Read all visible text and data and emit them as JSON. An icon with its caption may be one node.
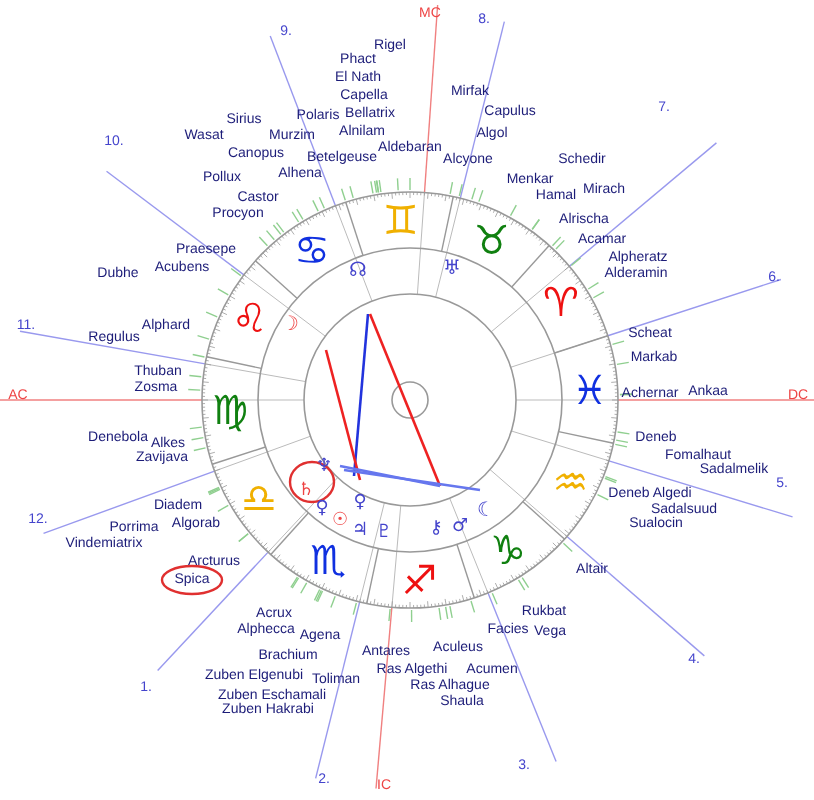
{
  "diagram": {
    "labels": [
      "MC",
      "8.",
      "9.",
      "7.",
      "10.",
      "6.",
      "11.",
      "DC",
      "AC",
      "5.",
      "12.",
      "4.",
      "1.",
      "3.",
      "2.",
      "IC",
      "Rigel",
      "Phact",
      "El Nath",
      "Capella",
      "Mirfak",
      "Capulus",
      "Bellatrix",
      "Polaris",
      "Sirius",
      "Algol",
      "Wasat",
      "Murzim",
      "Alnilam",
      "Aldebaran",
      "Canopus",
      "Betelgeuse",
      "Alcyone",
      "Schedir",
      "Alhena",
      "Pollux",
      "Menkar",
      "Mirach",
      "Hamal",
      "Castor",
      "Procyon",
      "Alrischa",
      "Acamar",
      "Praesepe",
      "Alpheratz",
      "Acubens",
      "Dubhe",
      "Alderamin",
      "Alphard",
      "Scheat",
      "Regulus",
      "Markab",
      "Thuban",
      "Zosma",
      "Achernar",
      "Ankaa",
      "Denebola",
      "Alkes",
      "Deneb",
      "Fomalhaut",
      "Zavijava",
      "Sadalmelik",
      "Deneb Algedi",
      "Diadem",
      "Algorab",
      "Sadalsuud",
      "Porrima",
      "Sualocin",
      "Vindemiatrix",
      "Arcturus",
      "Altair",
      "Spica",
      "Rukbat",
      "Acrux",
      "Facies",
      "Vega",
      "Alphecca",
      "Agena",
      "Aculeus",
      "Antares",
      "Brachium",
      "Ras Algethi",
      "Acumen",
      "Zuben Elgenubi",
      "Toliman",
      "Ras Alhague",
      "Zuben Eschamali",
      "Shaula",
      "Zuben Hakrabi",
      "♊",
      "♉",
      "♋",
      "♈",
      "♌",
      "♓",
      "♍",
      "♎",
      "♒",
      "♏",
      "♑",
      "♐",
      "♅",
      "☊",
      "☽",
      "♆",
      "♄",
      "♀",
      "♀",
      "☉",
      "☾",
      "♃",
      "♇",
      "⚷",
      "♂"
    ]
  }
}
